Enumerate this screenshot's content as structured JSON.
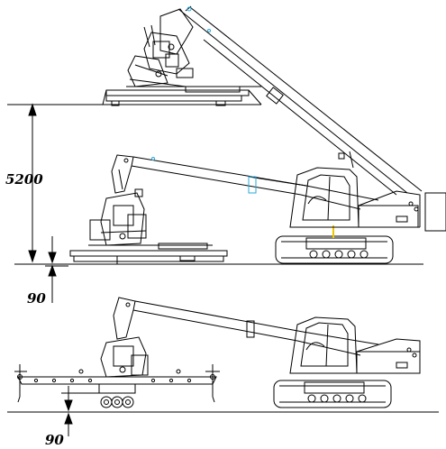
{
  "dimensions": {
    "raised_height": "5200",
    "ground_clearance_upper": "90",
    "ground_clearance_lower": "90"
  },
  "colors": {
    "line": "#000000",
    "accent": "#29a8d8",
    "highlight": "#f0c800",
    "background": "#ffffff"
  }
}
